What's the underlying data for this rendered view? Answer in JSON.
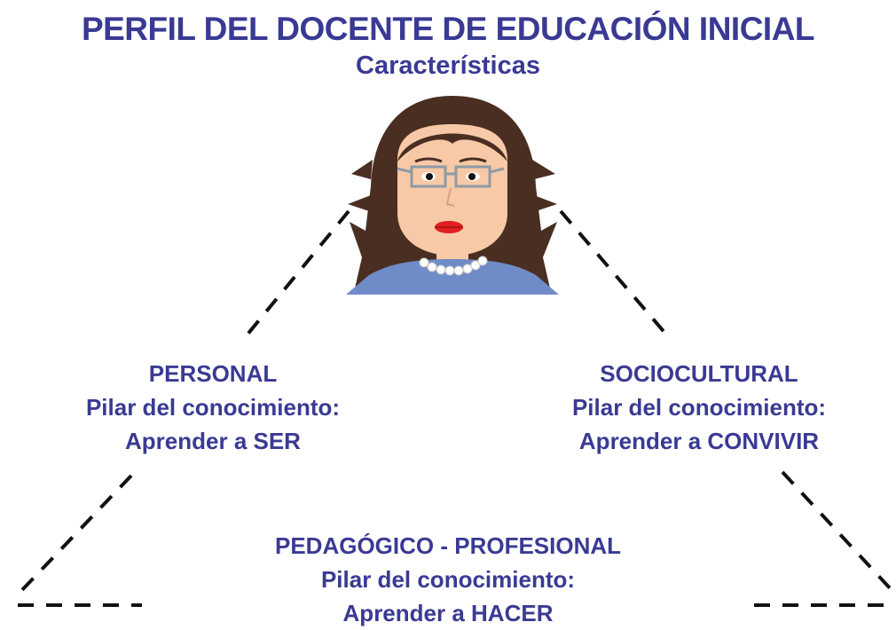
{
  "header": {
    "title": "PERFIL DEL DOCENTE DE EDUCACIÓN INICIAL",
    "subtitle": "Características"
  },
  "dimensions": {
    "personal": {
      "name": "PERSONAL",
      "pillar_label": "Pilar del conocimiento:",
      "pillar_value": "Aprender a SER"
    },
    "sociocultural": {
      "name": "SOCIOCULTURAL",
      "pillar_label": "Pilar del conocimiento:",
      "pillar_value": "Aprender a CONVIVIR"
    },
    "pedagogico": {
      "name": "PEDAGÓGICO  - PROFESIONAL",
      "pillar_label": "Pilar del conocimiento:",
      "pillar_value": "Aprender a HACER"
    }
  },
  "colors": {
    "text": "#3a3a94",
    "hair": "#4a2e22",
    "skin": "#f7c9a6",
    "shirt": "#6f8cc9",
    "lips": "#e02020",
    "lines": "#111111"
  },
  "icons": {
    "teacher": "teacher-face-icon"
  }
}
